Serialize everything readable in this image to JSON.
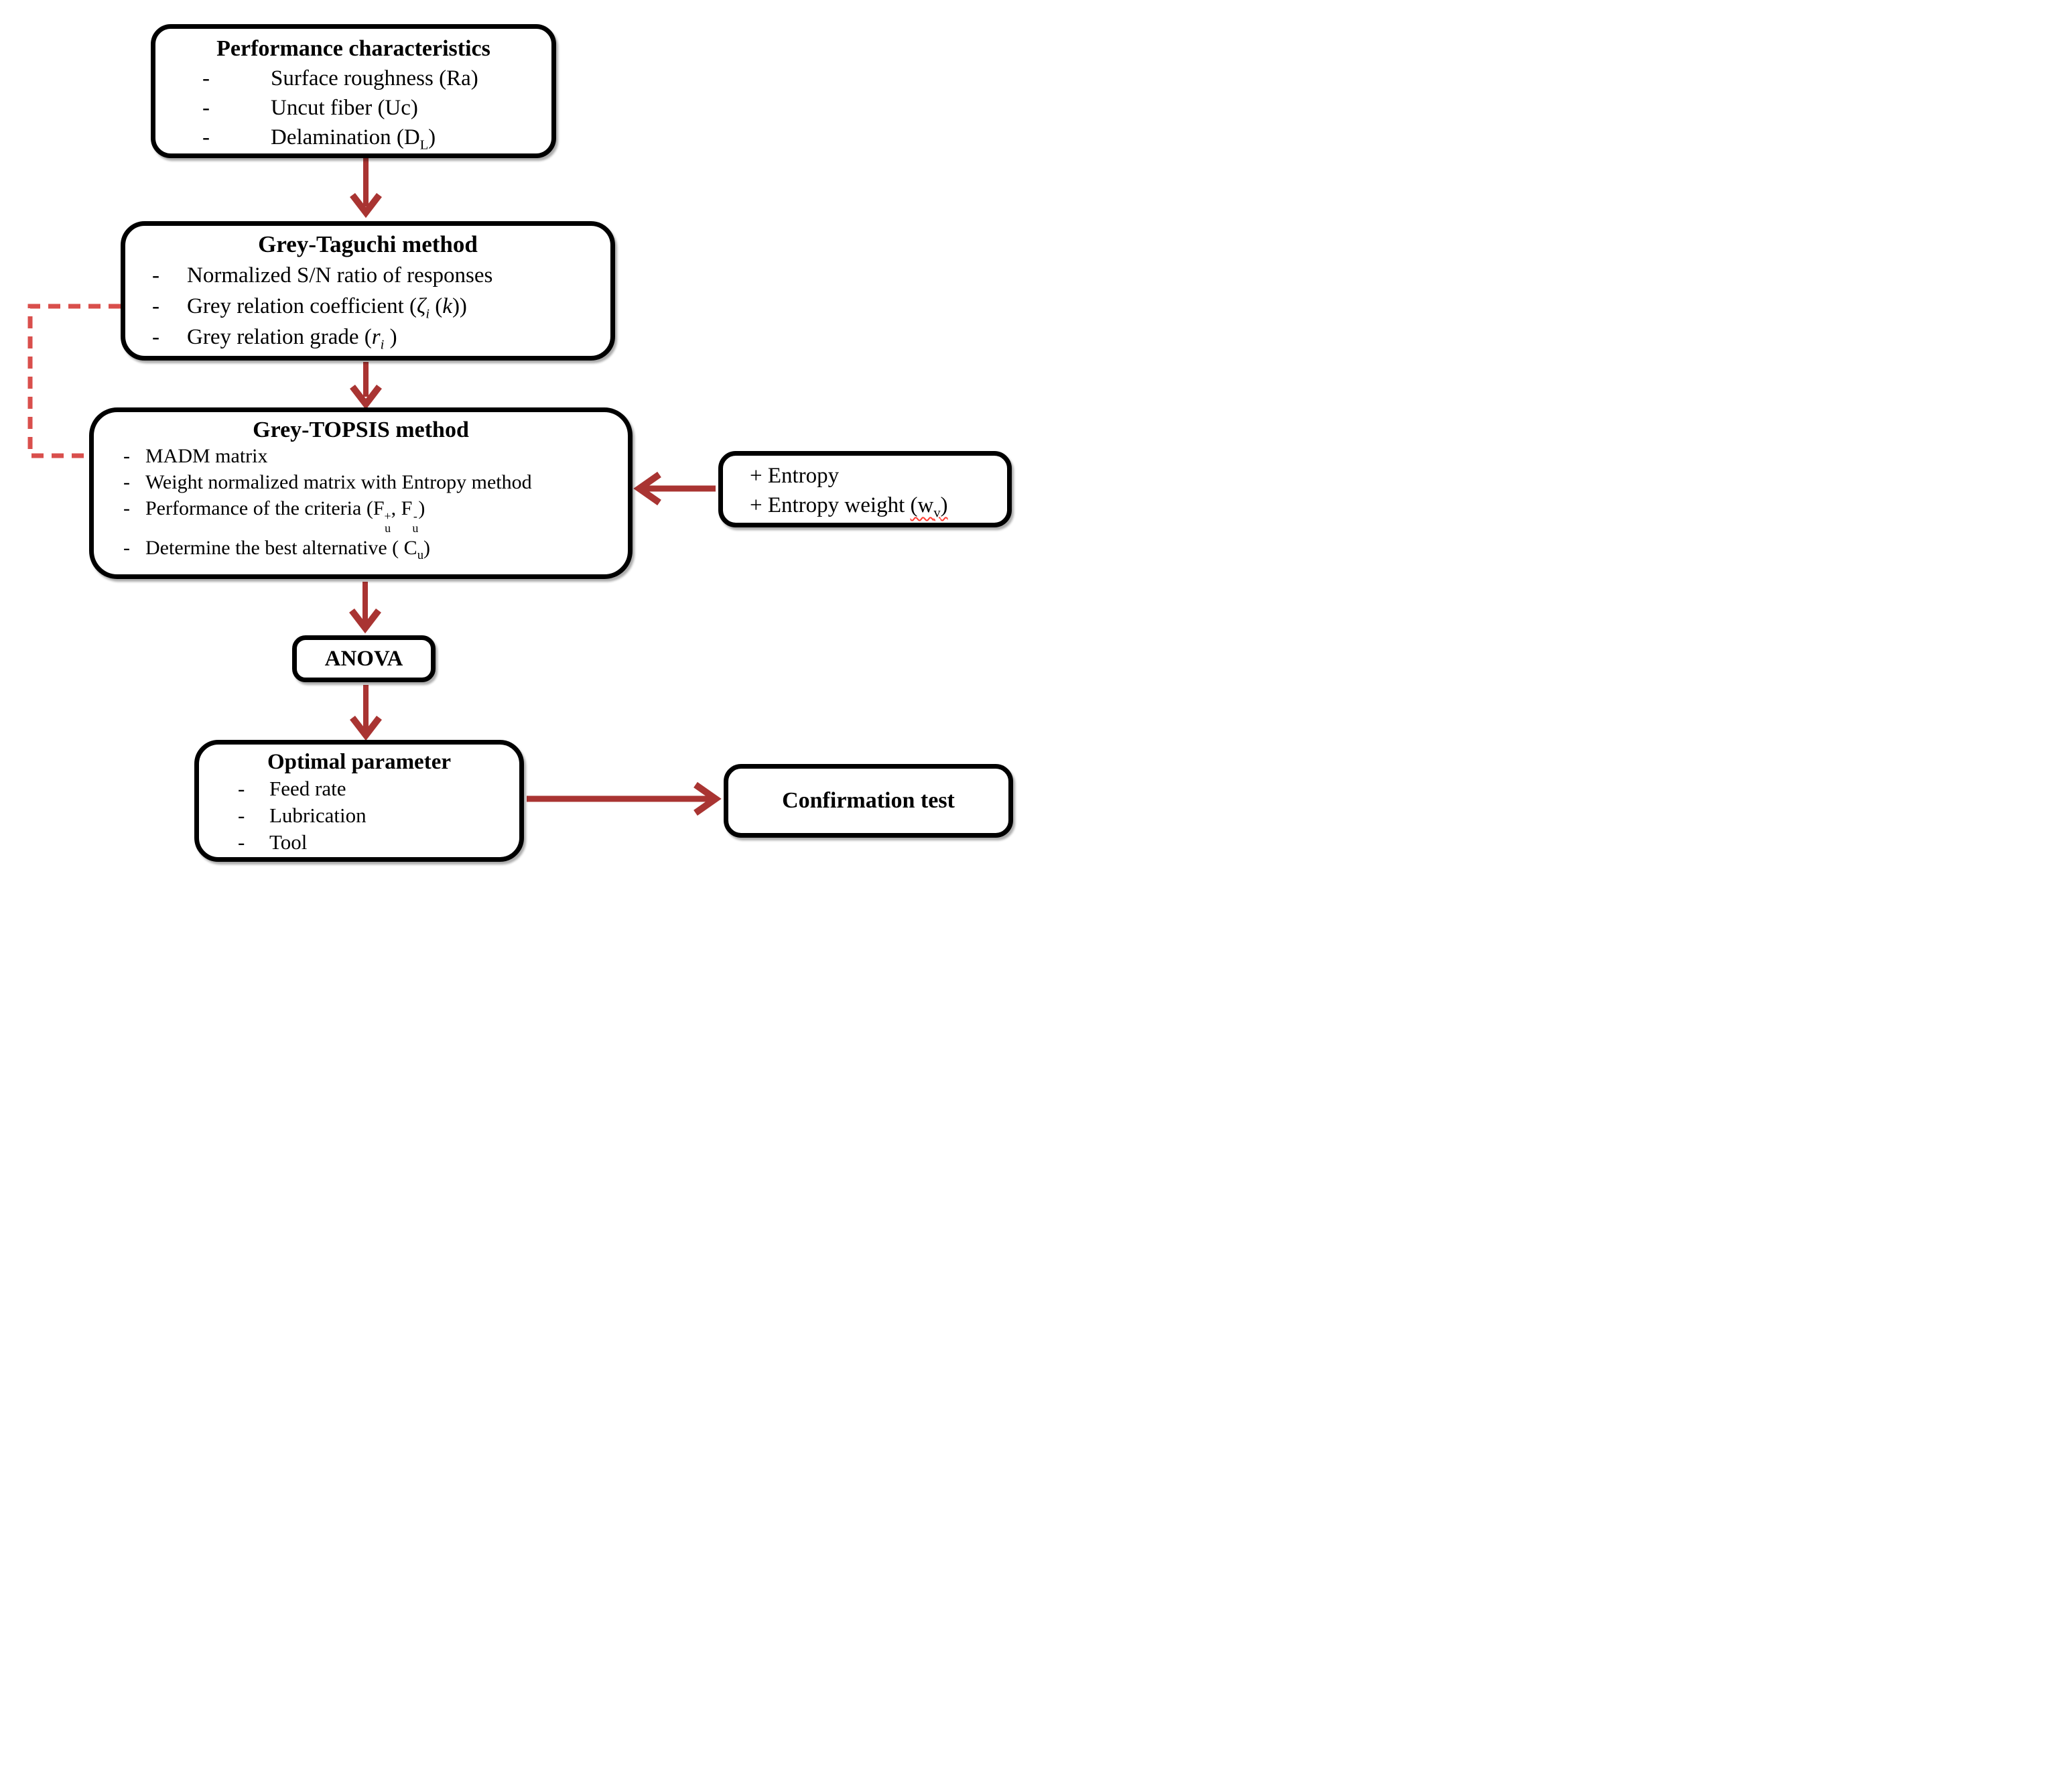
{
  "colors": {
    "arrow": "#A93432",
    "arrow_dashed": "#D94F4C",
    "border": "#000000",
    "background": "#FFFFFF",
    "wavy_underline": "#FF3B30"
  },
  "glyphs": {
    "dash": "-"
  },
  "boxes": {
    "performance": {
      "title": "Performance characteristics",
      "items": {
        "i0": {
          "t": "Surface roughness (Ra)"
        },
        "i1": {
          "t": "Uncut fiber (Uc)"
        },
        "i2": {
          "pre": "Delamination (D",
          "sub": "L",
          "post": ")"
        }
      }
    },
    "grey_taguchi": {
      "title": "Grey-Taguchi method",
      "items": {
        "i0": {
          "t": "Normalized S/N ratio of responses"
        },
        "i1": {
          "pre": "Grey relation coefficient (",
          "var1": "ζ",
          "sub1": "i",
          "mid": " (",
          "var2": "k",
          "post": "))"
        },
        "i2": {
          "pre": "Grey relation grade (",
          "var1": "r",
          "sub1": "i",
          "post": " )"
        }
      }
    },
    "grey_topsis": {
      "title": "Grey-TOPSIS method",
      "items": {
        "i0": {
          "t": "MADM matrix"
        },
        "i1": {
          "t": "Weight normalized  matrix with Entropy method"
        },
        "i2": {
          "pre": "Performance of the criteria (F",
          "sup1": "+",
          "sub1": "u",
          "mid": ", F",
          "sup2": "-",
          "sub2": "u",
          "post": ")"
        },
        "i3": {
          "pre": "Determine the best alternative ( C",
          "sub1": "u",
          "post": ")"
        }
      }
    },
    "entropy": {
      "line1": "+ Entropy",
      "line2": {
        "pre": "+ Entropy weight ",
        "wavy_open": "(w",
        "wavy_sub": "v",
        "wavy_close": ")"
      }
    },
    "anova": {
      "title": "ANOVA"
    },
    "optimal": {
      "title": "Optimal parameter",
      "items": {
        "i0": {
          "t": "Feed rate"
        },
        "i1": {
          "t": "Lubrication"
        },
        "i2": {
          "t": "Tool"
        }
      }
    },
    "confirmation": {
      "title": "Confirmation test"
    }
  }
}
